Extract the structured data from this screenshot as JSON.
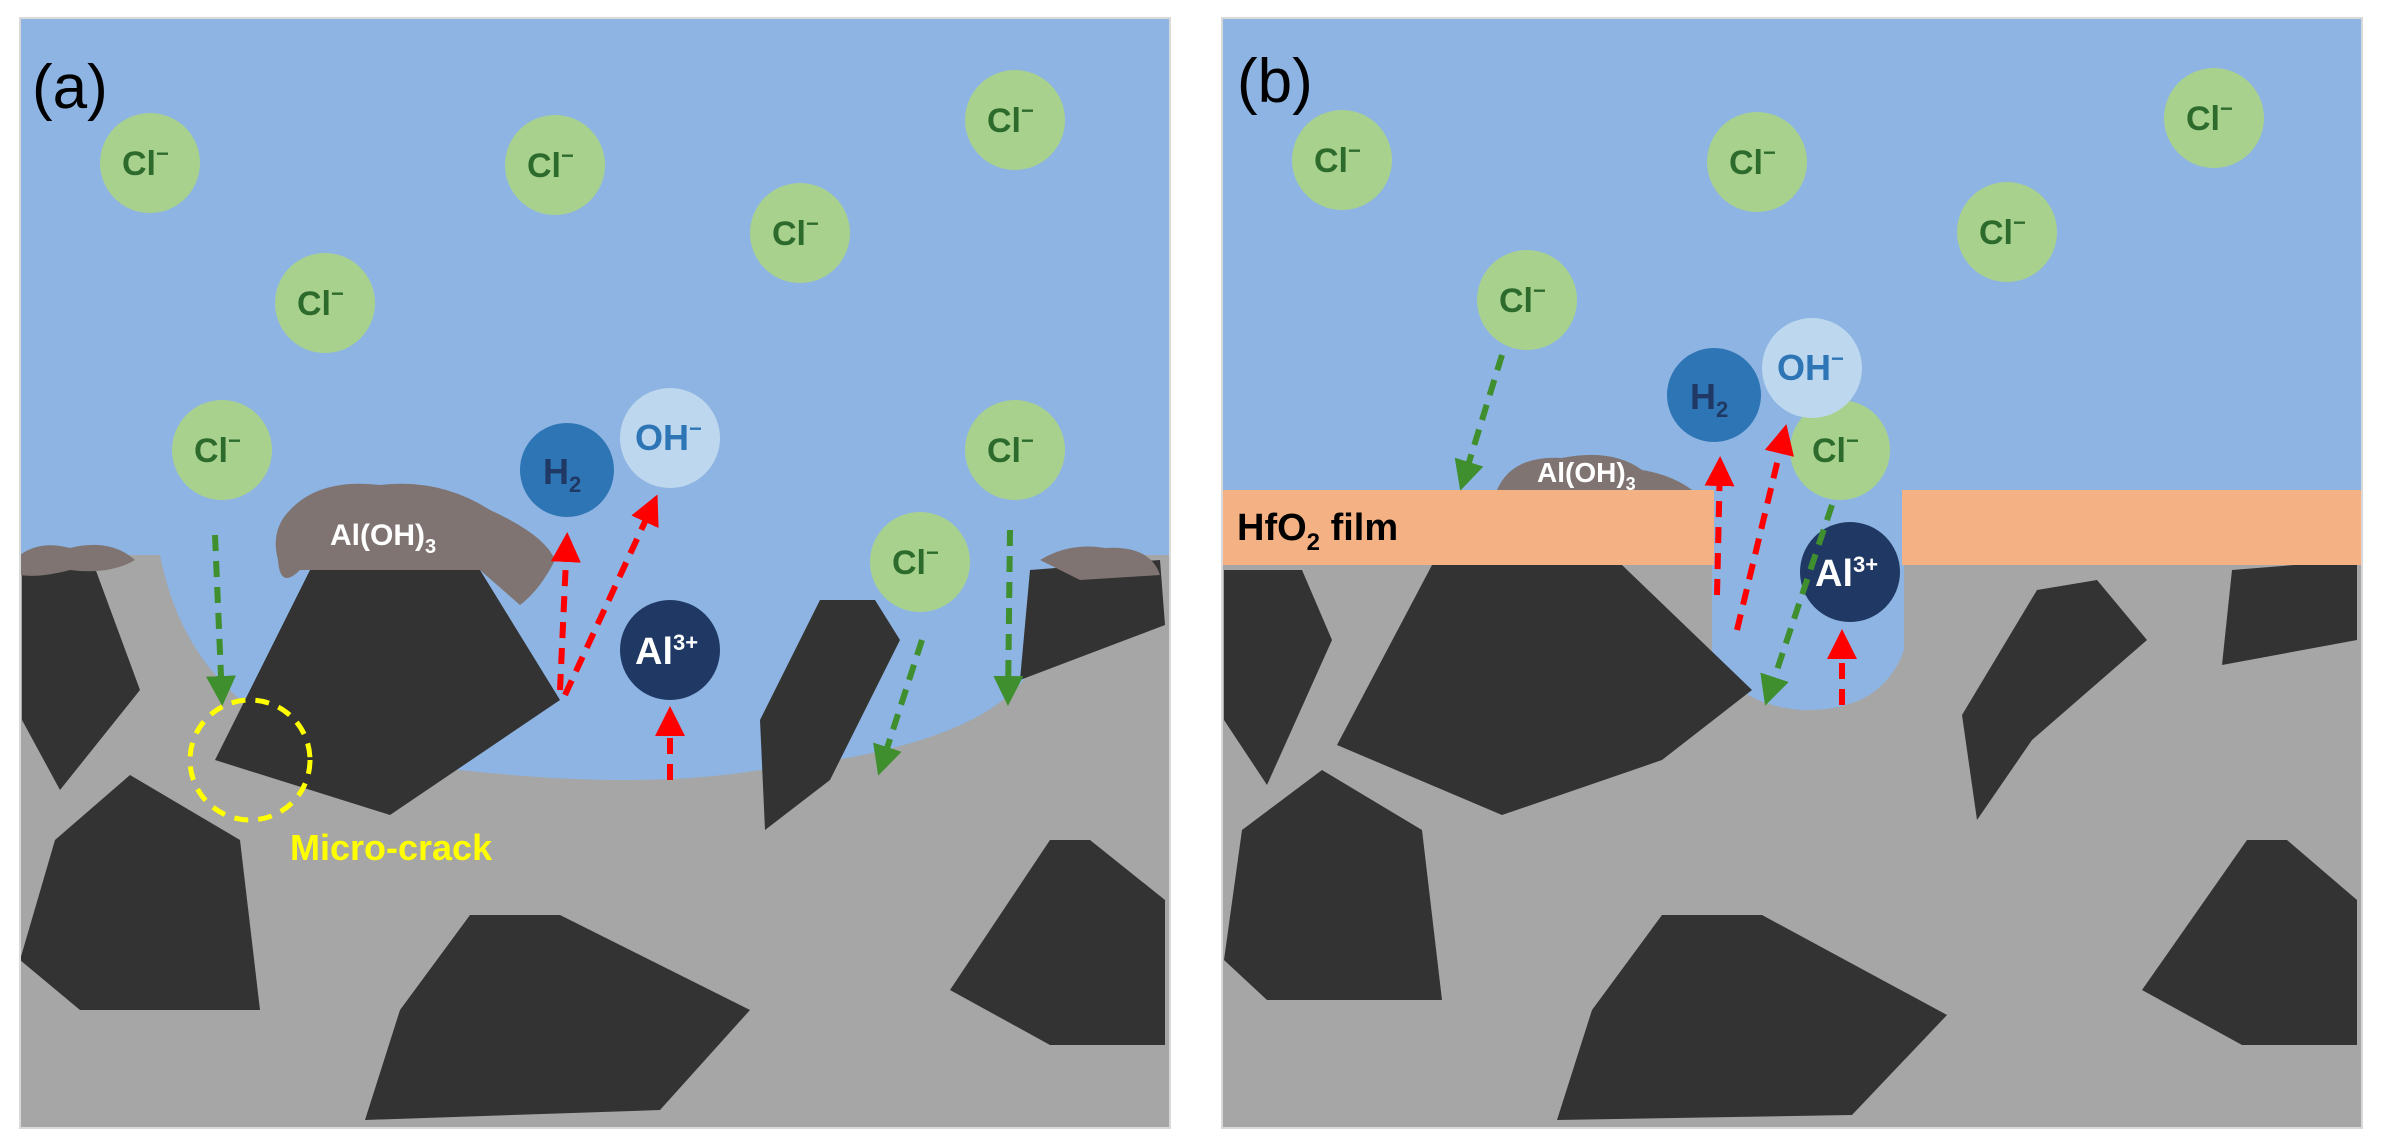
{
  "panels": [
    {
      "label": "(a)",
      "ions": {
        "chloride": {
          "base": "Cl",
          "sup": "−"
        },
        "hydrogen": {
          "base": "H",
          "sub": "2"
        },
        "hydroxide": {
          "base": "OH",
          "sup": "−"
        },
        "aluminum": {
          "base": "Al",
          "sup": "3+"
        }
      },
      "corrosion_product": {
        "base": "Al(OH)",
        "sub": "3"
      },
      "annotation": "Micro-crack"
    },
    {
      "label": "(b)",
      "ions": {
        "chloride": {
          "base": "Cl",
          "sup": "−"
        },
        "hydrogen": {
          "base": "H",
          "sub": "2"
        },
        "hydroxide": {
          "base": "OH",
          "sup": "−"
        },
        "aluminum": {
          "base": "Al",
          "sup": "3+"
        }
      },
      "corrosion_product": {
        "base": "Al(OH)",
        "sub": "3"
      },
      "film_label": {
        "base": "HfO",
        "sub": "2",
        "suffix": " film"
      }
    }
  ],
  "colors": {
    "electrolyte": "#8db4e2",
    "matrix": "#a6a6a6",
    "particle": "#333333",
    "corrosion_product": "#7f7471",
    "film": "#f4b183",
    "chloride": "#a9d18e",
    "hydrogen": "#2e75b6",
    "hydroxide": "#bdd7ee",
    "aluminum": "#1f3864",
    "arrow_red": "#ff0000",
    "arrow_green": "#3f8f2f",
    "crack_marker": "#ffff00"
  }
}
